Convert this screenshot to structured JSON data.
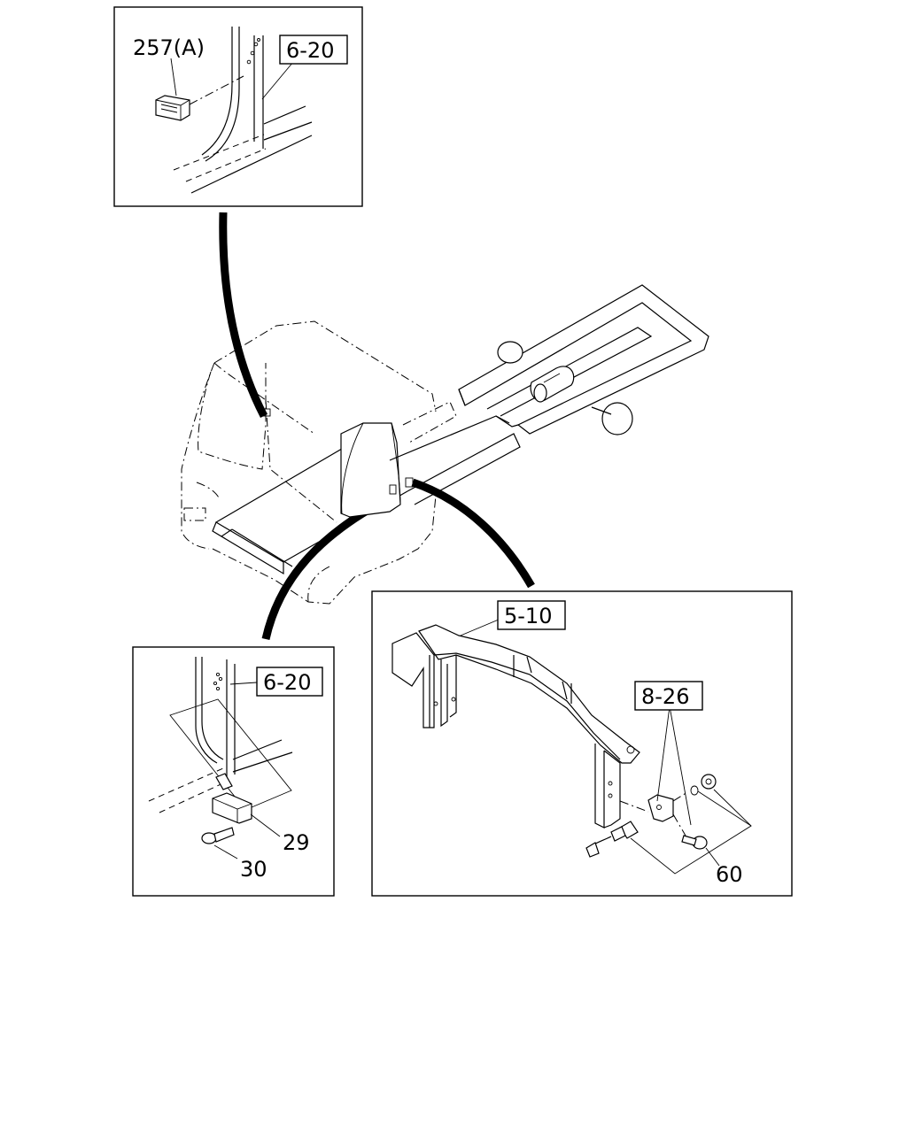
{
  "callouts": {
    "top_inset": {
      "part_label": "257(A)",
      "ref_label": "6-20"
    },
    "bottom_left_inset": {
      "ref_label": "6-20",
      "part_29": "29",
      "part_30": "30"
    },
    "bottom_right_inset": {
      "ref_label_frame": "5-10",
      "ref_label_bracket": "8-26",
      "part_60": "60"
    }
  }
}
